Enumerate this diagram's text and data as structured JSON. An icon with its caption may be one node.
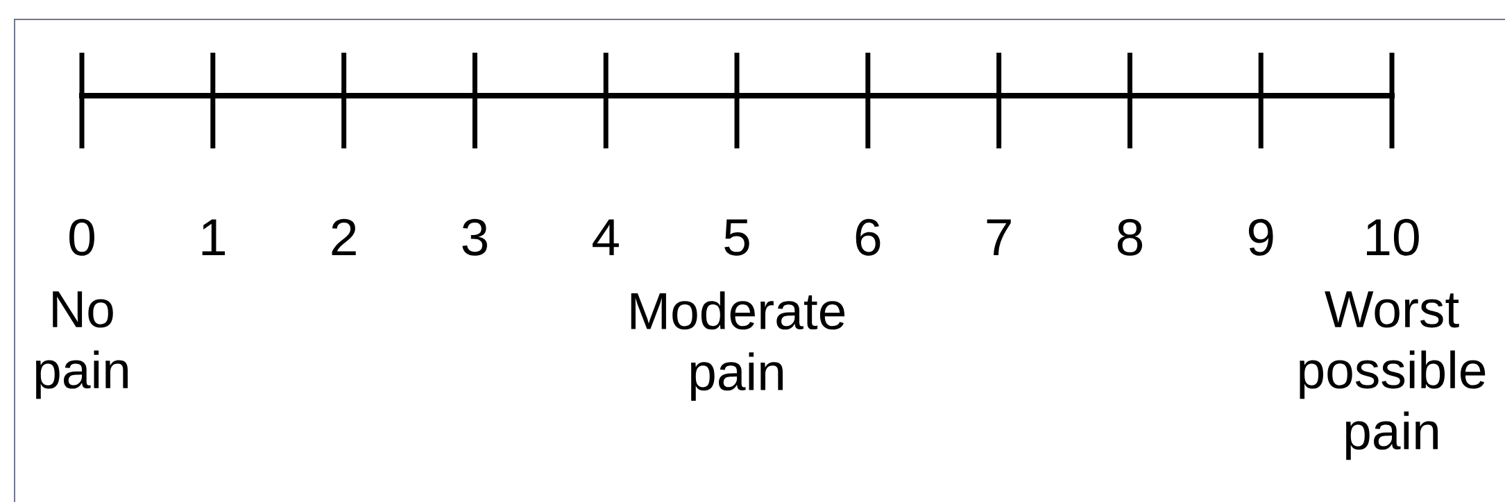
{
  "diagram": {
    "labels": [
      "0",
      "1",
      "2",
      "3",
      "4",
      "5",
      "6",
      "7",
      "8",
      "9",
      "10",
      "No pain",
      "Moderate pain",
      "Worst possible pain"
    ]
  }
}
